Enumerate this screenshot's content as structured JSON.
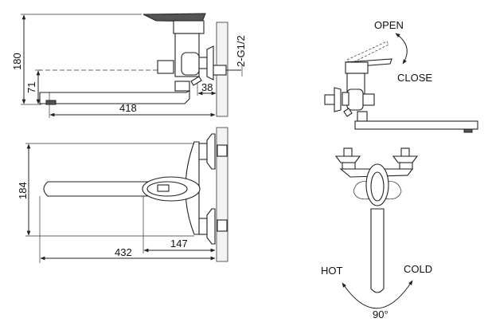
{
  "drawing": {
    "title": "Wall-mounted faucet with long spout — technical drawing",
    "side_view": {
      "dimensions": {
        "total_height": "180",
        "spout_height": "71",
        "spout_length": "418",
        "wall_offset": "38",
        "thread": "2-G1/2"
      }
    },
    "top_view": {
      "dimensions": {
        "inlet_spacing": "184",
        "handle_offset": "147",
        "spout_reach": "432"
      }
    },
    "operation": {
      "lever_labels": {
        "open": "OPEN",
        "close": "CLOSE"
      },
      "rotation_labels": {
        "hot": "HOT",
        "cold": "COLD",
        "angle": "90°"
      }
    }
  }
}
